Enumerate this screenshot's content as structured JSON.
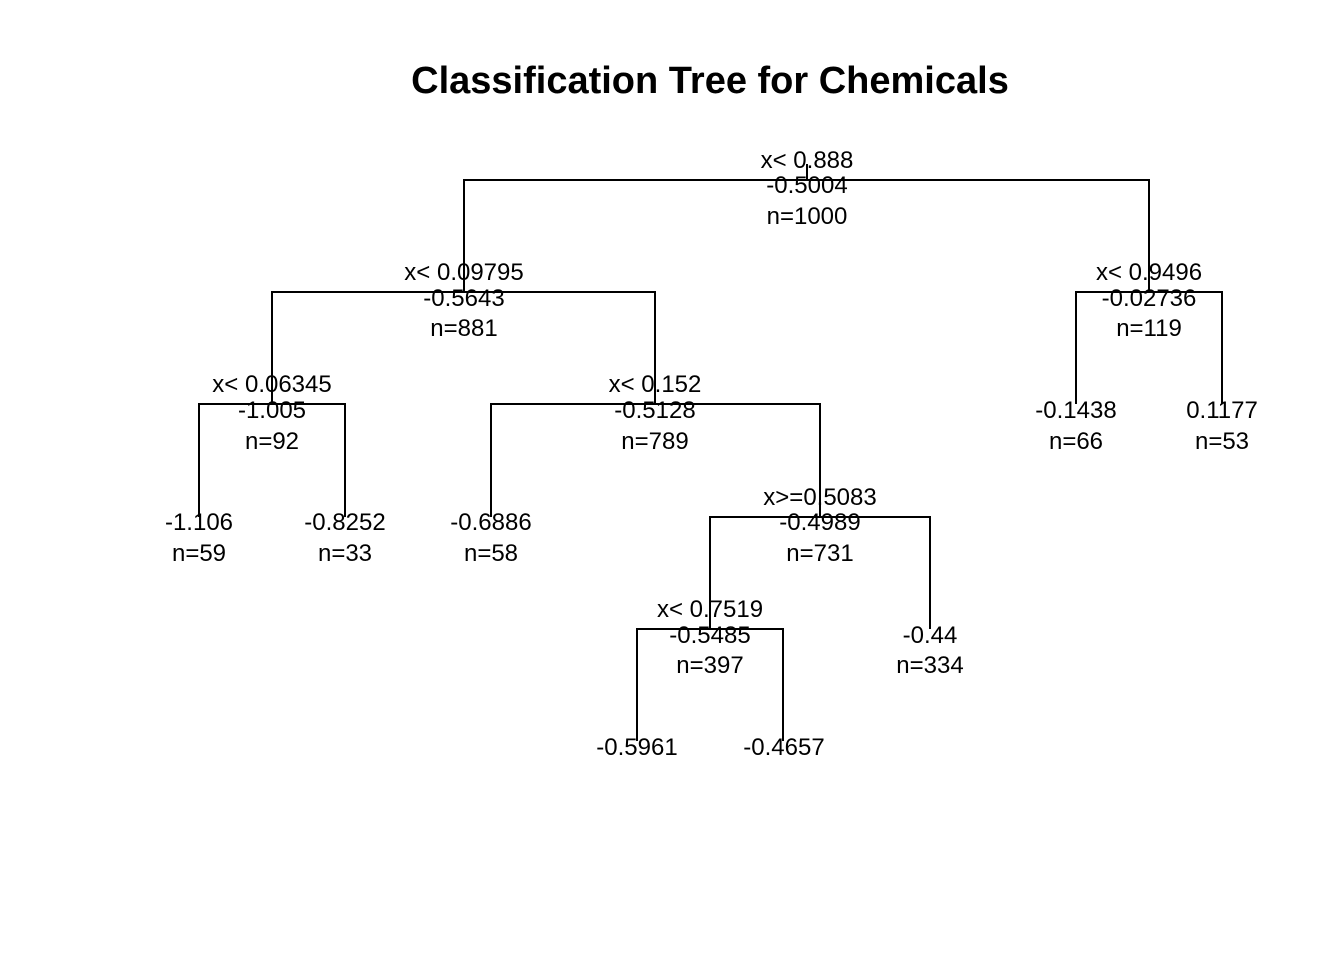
{
  "title": "Classification Tree for Chemicals",
  "tree": {
    "root": {
      "split": "x< 0.888",
      "value": "-0.5004",
      "count": "n=1000"
    },
    "n_left": {
      "split": "x< 0.09795",
      "value": "-0.5643",
      "count": "n=881"
    },
    "n_right": {
      "split": "x< 0.9496",
      "value": "-0.02736",
      "count": "n=119"
    },
    "n_ll": {
      "split": "x< 0.06345",
      "value": "-1.005",
      "count": "n=92"
    },
    "n_lr": {
      "split": "x< 0.152",
      "value": "-0.5128",
      "count": "n=789"
    },
    "leaf_rl": {
      "value": "-0.1438",
      "count": "n=66"
    },
    "leaf_rr": {
      "value": "0.1177",
      "count": "n=53"
    },
    "leaf_lll": {
      "value": "-1.106",
      "count": "n=59"
    },
    "leaf_llr": {
      "value": "-0.8252",
      "count": "n=33"
    },
    "leaf_lrl": {
      "value": "-0.6886",
      "count": "n=58"
    },
    "n_lrr": {
      "split": "x>=0.5083",
      "value": "-0.4989",
      "count": "n=731"
    },
    "n_lrrl": {
      "split": "x< 0.7519",
      "value": "-0.5485",
      "count": "n=397"
    },
    "leaf_lrrr": {
      "value": "-0.44",
      "count": "n=334"
    },
    "leaf_lrrll": {
      "value": "-0.5961"
    },
    "leaf_lrrlr": {
      "value": "-0.4657"
    }
  }
}
